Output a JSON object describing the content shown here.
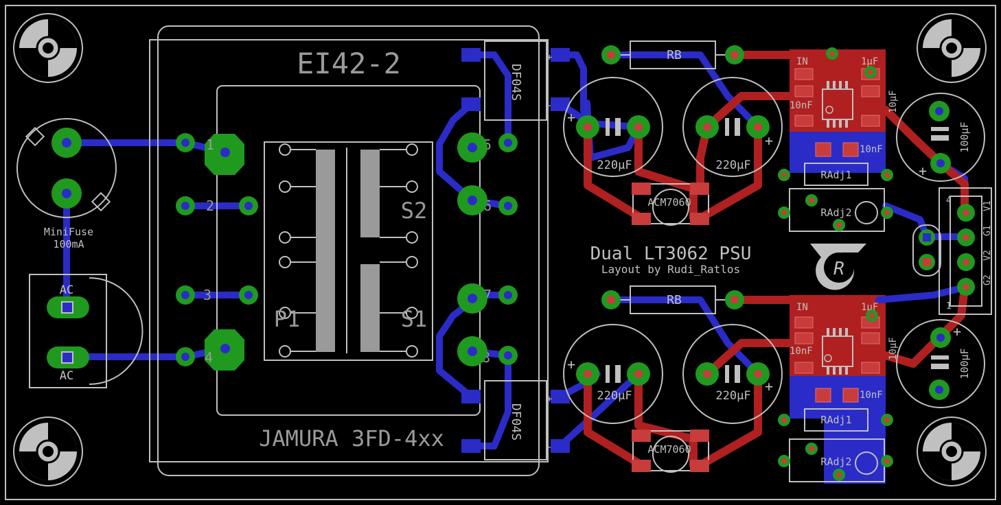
{
  "colors": {
    "background": "#000000",
    "outline": "#c0c0c0",
    "bottom_copper": "#2b2bc8",
    "top_copper": "#b02020",
    "pad": "#1f9a1f",
    "smd_pad": "#c83c3c"
  },
  "board": {
    "title": "Dual LT3062 PSU",
    "subtitle": "Layout by Rudi_Ratlos"
  },
  "transformer": {
    "core_label": "EI42-2",
    "model_label": "JAMURA 3FD-4xx",
    "primary_label": "P1",
    "secondary1_label": "S1",
    "secondary2_label": "S2",
    "pins": {
      "p1": "1",
      "p2": "2",
      "p3": "3",
      "p4": "4",
      "p5": "5",
      "p6": "6",
      "p7": "7",
      "p8": "8"
    }
  },
  "fuse": {
    "name": "MiniFuse",
    "value": "100mA"
  },
  "ac_connector": {
    "top_label": "AC",
    "bottom_label": "AC"
  },
  "bridge": {
    "label": "DF04S"
  },
  "capacitors": {
    "bulk": "220µF",
    "output": "100µF",
    "small_a": "10nF",
    "small_b": "1µF",
    "small_c": "10µF"
  },
  "resistors": {
    "rb": "RB",
    "radj1": "RAdj1",
    "radj2": "RAdj2"
  },
  "choke": {
    "label": "ACM7060"
  },
  "ic": {
    "in_label": "IN"
  },
  "output_connector": {
    "v1": "V1",
    "g1": "G1",
    "v2": "V2",
    "g2": "G2",
    "pin4": "4",
    "pin1": "1"
  }
}
